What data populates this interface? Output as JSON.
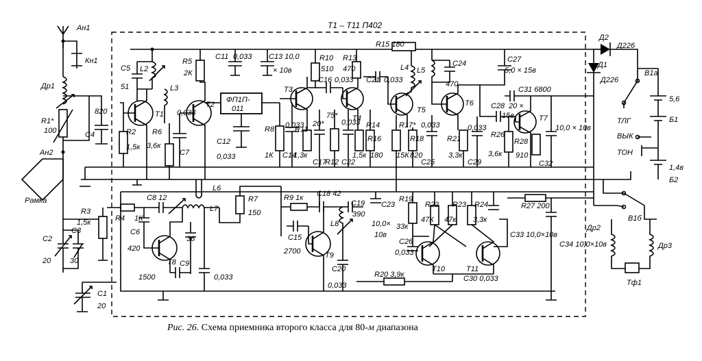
{
  "title": "Т1 – Т11  П402",
  "caption": {
    "fig": "Рис. 26.",
    "text": "Схема приемника второго класса для 80-",
    "unit": "м",
    "tail": " диапазона"
  },
  "labels": {
    "an1": "Ан1",
    "kn1": "Кн1",
    "dr1": "Др1",
    "r1": "R1*",
    "r1v": "100",
    "an2": "Ан2",
    "ramka": "Рамка",
    "c4": "С4",
    "c4v": "820",
    "c5": "С5",
    "c5v": "51",
    "l2": "L2",
    "l3": "L3",
    "r2": "R2",
    "r2v": "1,5к",
    "t1": "Т1",
    "r5": "R5",
    "r5v": "2К",
    "r6": "R6",
    "r6v": "3,6к",
    "c7": "С7",
    "c7v": "0,033",
    "t2": "Т2",
    "c11": "С11",
    "c11v": "0,033",
    "c13": "С13 10,0",
    "c13v": "× 10в",
    "fp": "ФП1П-",
    "fp2": "011",
    "c12": "С12",
    "c12v": "0,033",
    "r8": "R8",
    "r8v": "1К",
    "c14": "С14",
    "c14v": "0,033",
    "r11": "R11",
    "r11v": "1,3к",
    "t3": "Т3",
    "r10": "R10",
    "r10v": "510",
    "c16": "С16",
    "c16v": "0,033",
    "c17": "С17",
    "c17v": "20*",
    "r12": "R12",
    "r12v": "75*",
    "r13": "R13",
    "r13v": "470",
    "c21": "С21",
    "c21v": "0,033",
    "t4": "Т4",
    "c22": "С22",
    "c22v": "0,033",
    "r14": "R14",
    "r14v": "1,5к",
    "r16": "R16",
    "r16v": "180",
    "r15": "R15 180",
    "l4": "L4",
    "l5": "L5",
    "c24": "С24",
    "c24v": "470",
    "t5": "Т5",
    "t6": "Т6",
    "r17": "R17*",
    "r17v": "15К",
    "r18": "R18",
    "r18v": "820",
    "c25": "С25",
    "c25v": "0,033",
    "r21": "R21",
    "r21v": "3,3к",
    "c29": "С29",
    "c29v": "0,033",
    "c27": "С27",
    "c27v": "5,0 × 15в",
    "c31": "С31 6800",
    "c28": "С28",
    "c28v": "15в",
    "c28t": "20 ×",
    "t7": "Т7",
    "r26": "R26",
    "r26v": "3,6к",
    "r28": "R28",
    "r28v": "910",
    "c32": "С32",
    "c32v": "10,0 × 10в",
    "d2": "Д2",
    "d226a": "Д226",
    "d1": "Д1",
    "d226b": "Д226",
    "b1a": "В1а",
    "b1": "Б1",
    "b1v": "5,6",
    "tlg": "ТЛГ",
    "vyk": "ВЫК",
    "ton": "ТОН",
    "b2": "Б2",
    "b2v": "1,4в",
    "b1b": "В1б",
    "dr2": "Др2",
    "dr3": "Др3",
    "tf1": "Тф1",
    "l6": "L6",
    "r7": "R7",
    "r7v": "150",
    "r3": "R3",
    "r3v": "1,5к",
    "r4": "R4",
    "r4v": "1К",
    "c8": "С8 12",
    "l7": "L7",
    "c6": "С6",
    "c6v": "420",
    "c10": "36",
    "c9": "С9",
    "c9v": "1500",
    "t8": "Т8",
    "c9b": "0,033",
    "c2": "С2",
    "c2v": "20",
    "c3": "С3",
    "c3v": "30",
    "c1": "С1",
    "c1v": "20",
    "r9": "R9 1к",
    "c18": "С18 42",
    "c19": "С19",
    "c19v": "390",
    "l8": "L8",
    "c15": "С15",
    "c15v": "2700",
    "t9": "Т9",
    "c20": "С20",
    "c20v": "0,033",
    "c23": "С23",
    "c23v": "10,0×",
    "c23u": "10в",
    "r19": "R19",
    "r19v": "33к",
    "r22": "R22",
    "r22v": "47К",
    "r23": "R23",
    "r23v": "47к",
    "r24": "R24",
    "r24v": "3,3к",
    "c26": "С26",
    "c26v": "0,033",
    "t10": "Т10",
    "t11": "Т11",
    "c33": "С33 10,0×10в",
    "r27": "R27 200",
    "c34": "С34 10,0×10в",
    "r20": "R20 3,9к",
    "c30": "С30 0,033"
  }
}
